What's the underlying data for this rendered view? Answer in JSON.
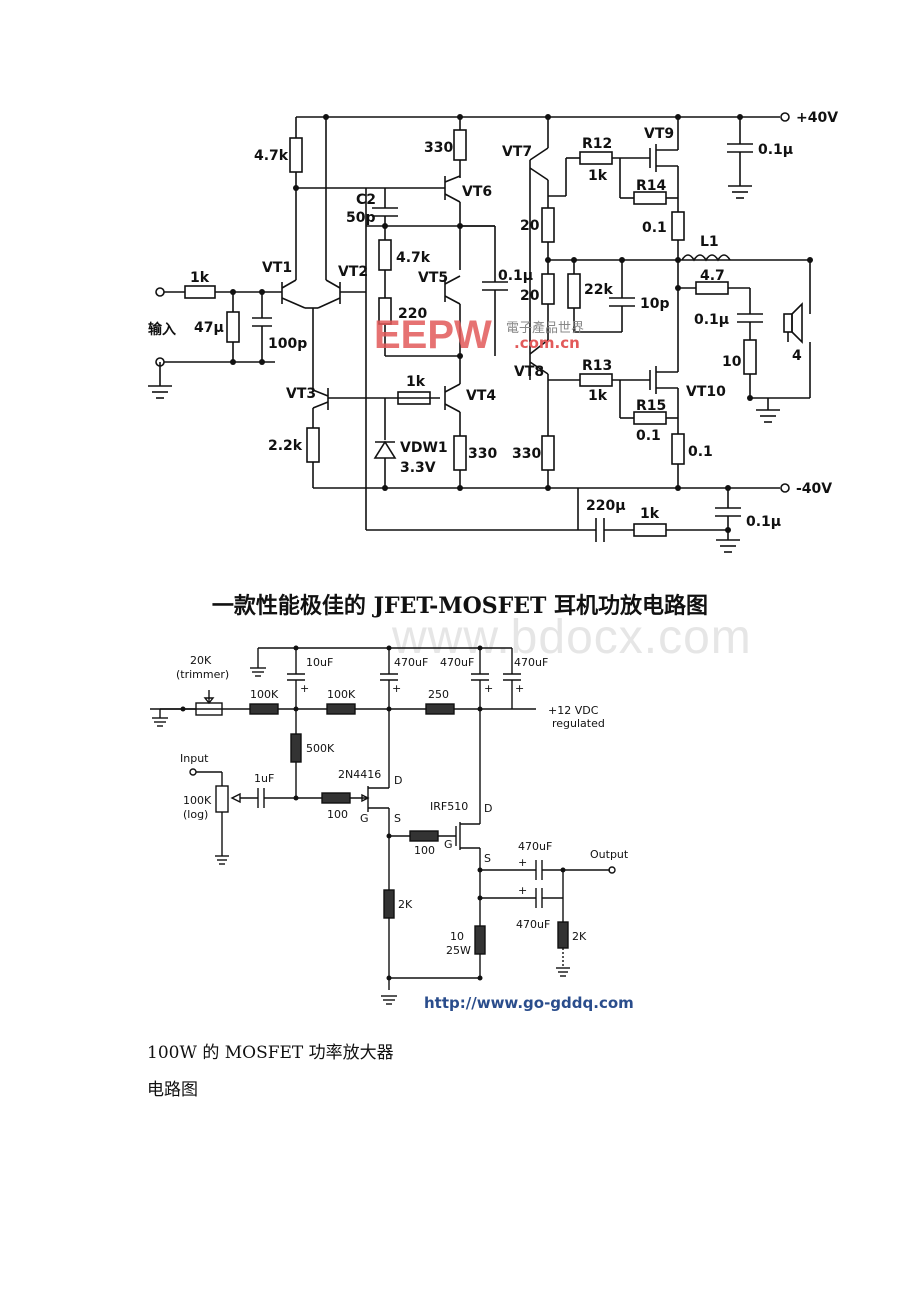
{
  "diagram1": {
    "supply_pos": "+40V",
    "supply_neg": "-40V",
    "input_label": "输入",
    "transistors": [
      "VT1",
      "VT2",
      "VT3",
      "VT4",
      "VT5",
      "VT6",
      "VT7",
      "VT8",
      "VT9",
      "VT10"
    ],
    "components": {
      "r_in": "1k",
      "r_47u": "47μ",
      "c_100p": "100p",
      "r_4k7": "4.7k",
      "c2": "C2",
      "c2_val": "50p",
      "r_330_top": "330",
      "pot_4k7": "4.7k",
      "r_220": "220",
      "r_1k_mid": "1k",
      "r_2k2": "2.2k",
      "zener": "VDW1",
      "zener_val": "3.3V",
      "r_330_vt4": "330",
      "r_20_top": "20",
      "r_20_bot": "20",
      "c_01_mid": "0.1μ",
      "r_330_vt8": "330",
      "r12": "R12",
      "r12_val": "1k",
      "r14": "R14",
      "r14_val": "0.1",
      "r13": "R13",
      "r13_val": "1k",
      "r15": "R15",
      "r15_val": "0.1",
      "r_22k": "22k",
      "c_10p": "10p",
      "r_01_top": "0.1",
      "r_01_bot": "0.1",
      "l1": "L1",
      "r_4_7": "4.7",
      "c_01_zobel": "0.1μ",
      "r_10": "10",
      "speaker": "4",
      "c_01_pos": "0.1μ",
      "c_01_neg": "0.1μ",
      "c_220u": "220μ",
      "r_1k_fb": "1k"
    },
    "watermark": {
      "logo": "EEPW",
      "cn": "電子產品世界",
      "url": ".com.cn"
    }
  },
  "title": "一款性能极佳的 JFET-MOSFET 耳机功放电路图",
  "bg_watermark": "www.bdocx.com",
  "diagram2": {
    "trimmer": "20K",
    "trimmer_note": "(trimmer)",
    "r1": "100K",
    "r2": "100K",
    "r3": "250",
    "r4": "500K",
    "c1": "10uF",
    "c2": "470uF",
    "c3": "470uF",
    "c4": "470uF",
    "supply": "+12 VDC",
    "supply_note": "regulated",
    "input": "Input",
    "pot": "100K",
    "pot_note": "(log)",
    "c_in": "1uF",
    "r_gate1": "100",
    "jfet": "2N4416",
    "d1": "D",
    "g1": "G",
    "s1": "S",
    "mosfet": "IRF510",
    "d2": "D",
    "g2": "G",
    "s2": "S",
    "r_gate2": "100",
    "r_src": "2K",
    "c_out1": "470uF",
    "c_out2": "470uF",
    "output": "Output",
    "r_load": "10",
    "r_load_w": "25W",
    "r_out": "2K",
    "url": "http://www.go-gddq.com"
  },
  "text_lines": [
    "100W 的 MOSFET 功率放大器",
    "电路图"
  ]
}
